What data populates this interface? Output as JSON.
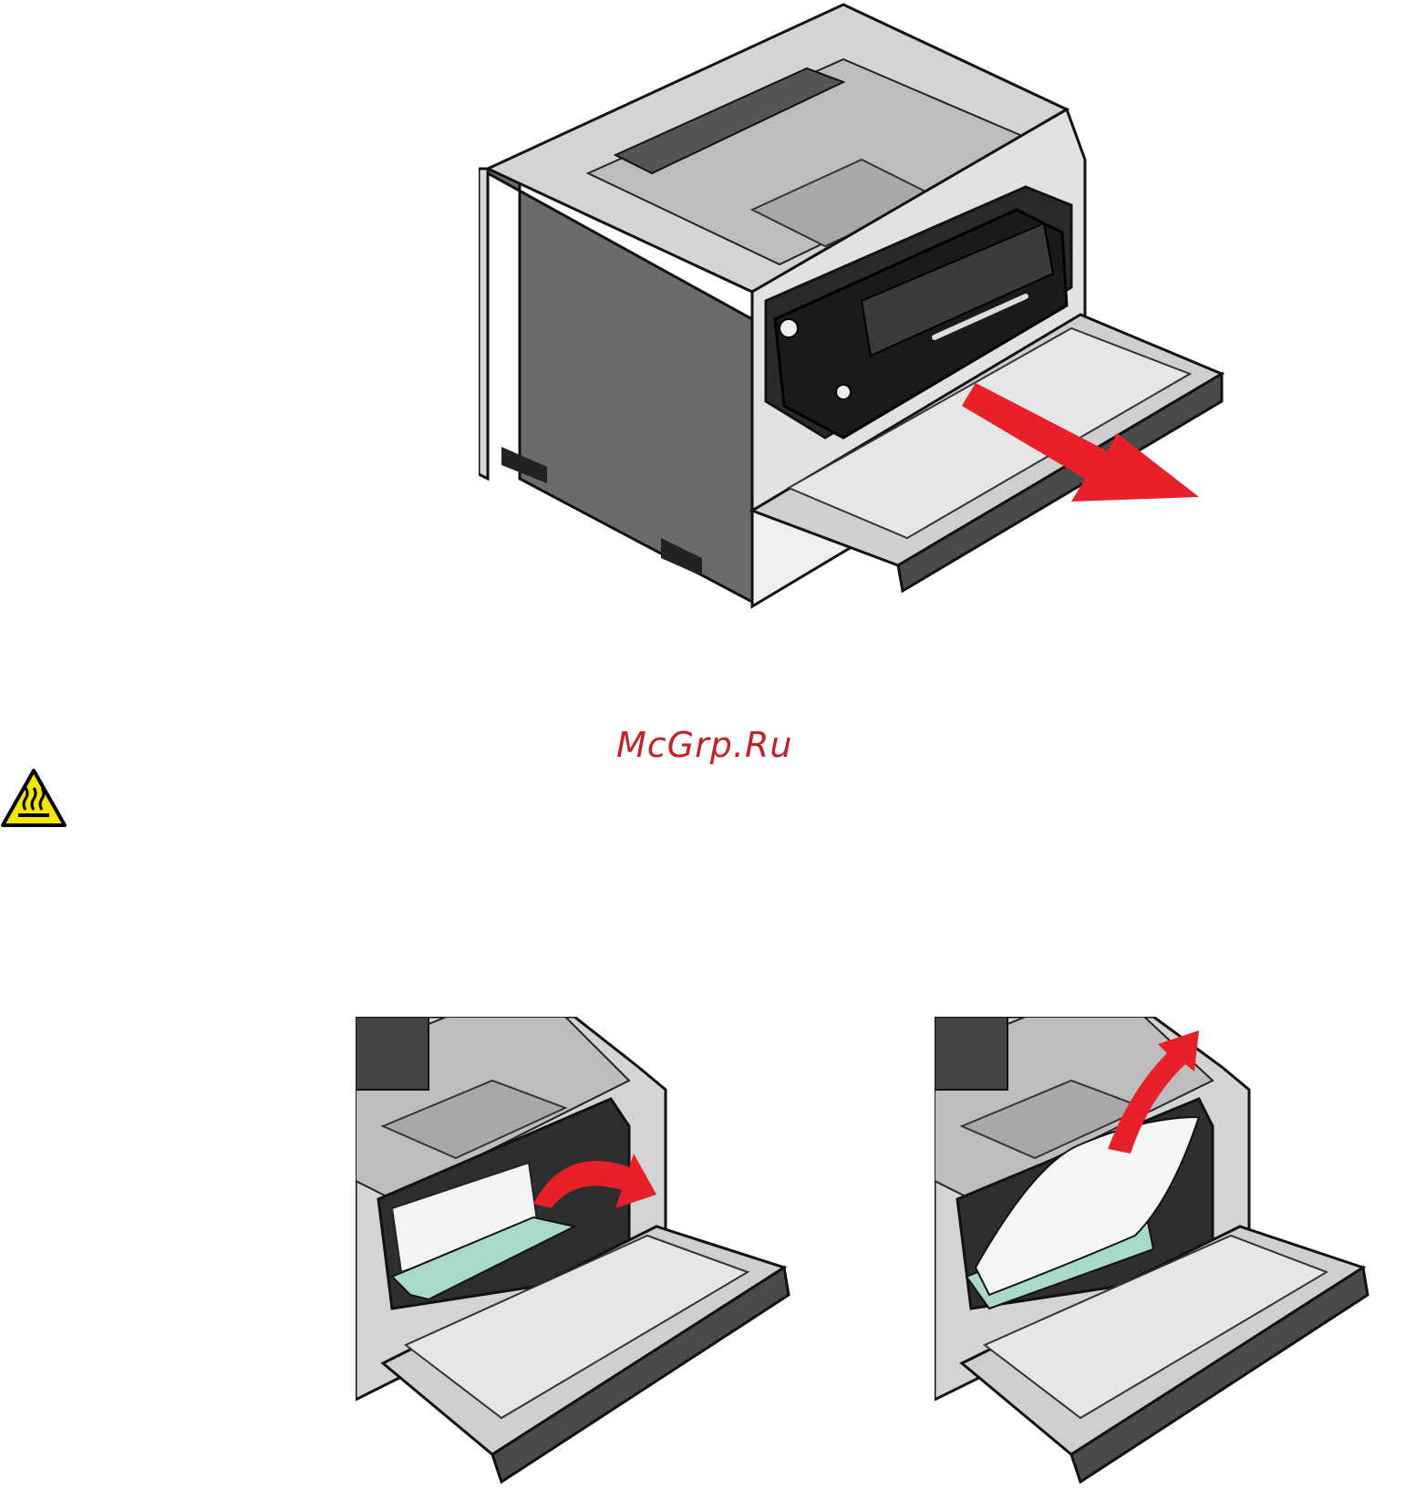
{
  "page": {
    "watermark_text": "McGrp.Ru"
  },
  "icons": {
    "hot_surface": "hot-surface-warning-icon",
    "arrow_color": "#e8202a",
    "guide_color": "#a9d9c8",
    "warning_color": "#f5e600"
  },
  "figures": [
    {
      "name": "printer-remove-cartridge",
      "description_icon": "printer-illustration"
    },
    {
      "name": "printer-lift-guide",
      "description_icon": "printer-illustration"
    },
    {
      "name": "printer-pull-paper",
      "description_icon": "printer-illustration"
    }
  ]
}
